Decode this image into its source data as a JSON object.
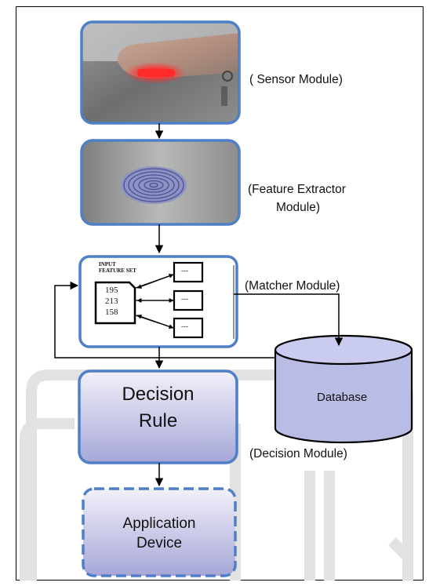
{
  "modules": {
    "sensor": {
      "label": "( Sensor Module)"
    },
    "feature": {
      "label_line1": "(Feature Extractor",
      "label_line2": "Module)"
    },
    "matcher": {
      "label": "(Matcher Module)"
    },
    "decision": {
      "label": "(Decision Module)"
    }
  },
  "matcher_box": {
    "title_line1": "INPUT",
    "title_line2": "FEATURE SET",
    "values": [
      "195",
      "213",
      "158"
    ],
    "slots": [
      "---",
      "---",
      "---"
    ]
  },
  "database": {
    "label": "Database"
  },
  "decision_rule": {
    "line1": "Decision",
    "line2": "Rule"
  },
  "application": {
    "line1": "Application",
    "line2": "Device"
  },
  "colors": {
    "border_blue": "#4f7fc6",
    "box_fill_top": "#f0eef8",
    "box_fill_bottom": "#a7a8d9",
    "cylinder_fill": "#b9bde6",
    "led_red": "#ff2b2b",
    "fingerprint": "#4a4fa0"
  }
}
